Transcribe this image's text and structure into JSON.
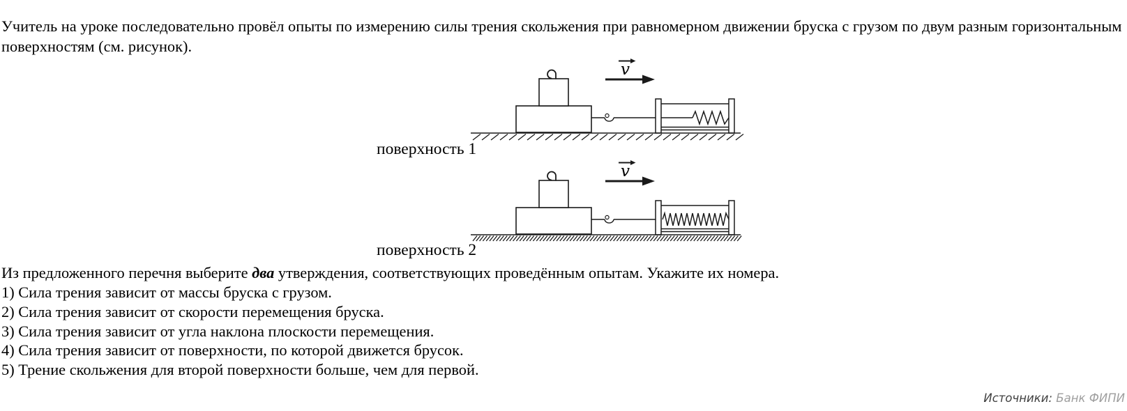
{
  "intro": "Учитель на уроке последовательно провёл опыты по измерению силы трения скольжения при равномерном движении бруска с грузом по двум разным горизонтальным поверхностям (см. рисунок).",
  "figure": {
    "surface1_label": "поверхность 1",
    "surface2_label": "поверхность 2",
    "velocity_label": "v"
  },
  "prompt": {
    "prefix": "Из предложенного перечня выберите ",
    "emphasis": "два",
    "suffix": " утверждения, соответствующих проведённым опытам. Укажите их номера."
  },
  "options": [
    "1) Сила трения зависит от массы бруска с грузом.",
    "2) Сила трения зависит от скорости перемещения бруска.",
    "3) Сила трения зависит от угла наклона плоскости перемещения.",
    "4) Сила трения зависит от поверхности, по которой движется брусок.",
    "5) Трение скольжения для второй поверхности больше, чем для первой."
  ],
  "source": {
    "label": "Источники:",
    "value": "Банк ФИПИ"
  },
  "colors": {
    "text": "#000000",
    "diagram_stroke": "#1a1a1a",
    "source_label": "#3f3f3f",
    "source_value": "#9e9e9e"
  }
}
